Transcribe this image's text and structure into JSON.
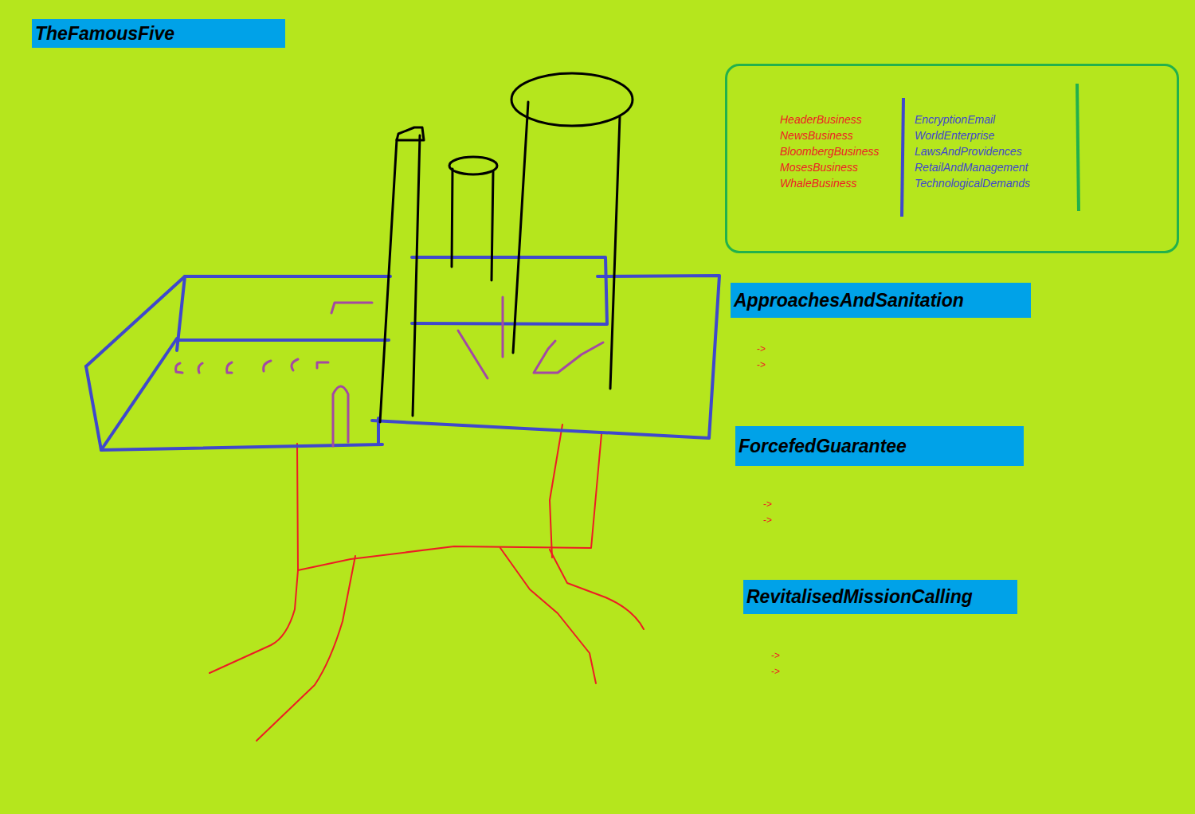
{
  "diagram": {
    "title": "TheFamousFive",
    "nodes": [
      {
        "text": [
          "HeaderBusiness",
          "NewsBusiness",
          "BloombergBusiness",
          "MosesBusiness",
          "WhaleBusiness",
          "EncryptionEmail",
          "WorldEnterprise",
          "LawsAndProvidences",
          "RetailAndManagement",
          "TechnologicalDemands"
        ]
      },
      {
        "text": [
          "ApproachesAndSanitation"
        ]
      },
      {
        "text": [
          "ForcefedGuarantee"
        ]
      },
      {
        "text": [
          "RevitalisedMissionCalling"
        ]
      }
    ],
    "labels": [
      "->",
      "->",
      "->",
      "->",
      "->",
      "->"
    ]
  }
}
